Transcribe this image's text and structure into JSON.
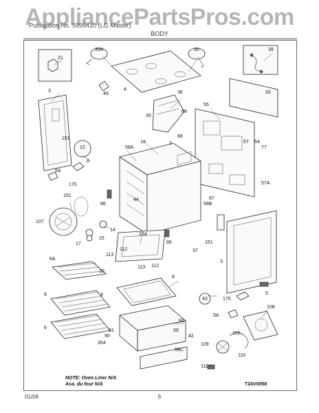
{
  "watermark": "AppliancePartsPros.com",
  "header": {
    "publication": "Publication No. 5995410 (LG Master)",
    "section": "BODY"
  },
  "callouts": {
    "c21": "21",
    "c39A": "39A",
    "c30": "30",
    "c39": "39",
    "c3a": "3",
    "c4": "4",
    "c49": "49",
    "c36": "36",
    "c33": "33",
    "c55": "55",
    "c69": "69",
    "c35": "35",
    "c151a": "151",
    "c68": "68",
    "c2": "2",
    "c57": "57",
    "c54": "54",
    "c77": "77",
    "c12": "12",
    "c58A": "58A",
    "c18": "18",
    "c8a": "8",
    "c5Aa": "5A",
    "c170a": "170",
    "c57A": "57A",
    "c161": "161",
    "c86a": "86",
    "c44": "44",
    "c87": "87",
    "c58B": "58B",
    "c107": "107",
    "c14": "14",
    "c164": "164",
    "c151b": "151",
    "c17": "17",
    "c15": "15",
    "c86b": "86",
    "c37": "37",
    "c113a": "113",
    "c112a": "112",
    "c3b": "3",
    "c6A": "6A",
    "c10": "10",
    "c113b": "113",
    "c112b": "112",
    "c6a": "6",
    "c9": "9",
    "c8b": "8",
    "c5": "5",
    "c6b": "6",
    "c91": "91",
    "c43": "43",
    "c170b": "170",
    "c108": "108",
    "c82": "82",
    "c5Ab": "5A",
    "c42": "42",
    "c59": "59",
    "c58C": "58C",
    "c90": "90",
    "c264": "264",
    "c105": "105",
    "c109": "109",
    "c110": "110",
    "c111": "111"
  },
  "note": {
    "line1": "NOTE: Oven Liner N/A",
    "line2": "Asa. du four N/A"
  },
  "diagram_code": "T24V0058",
  "footer": {
    "date": "01/06",
    "page": "6"
  }
}
